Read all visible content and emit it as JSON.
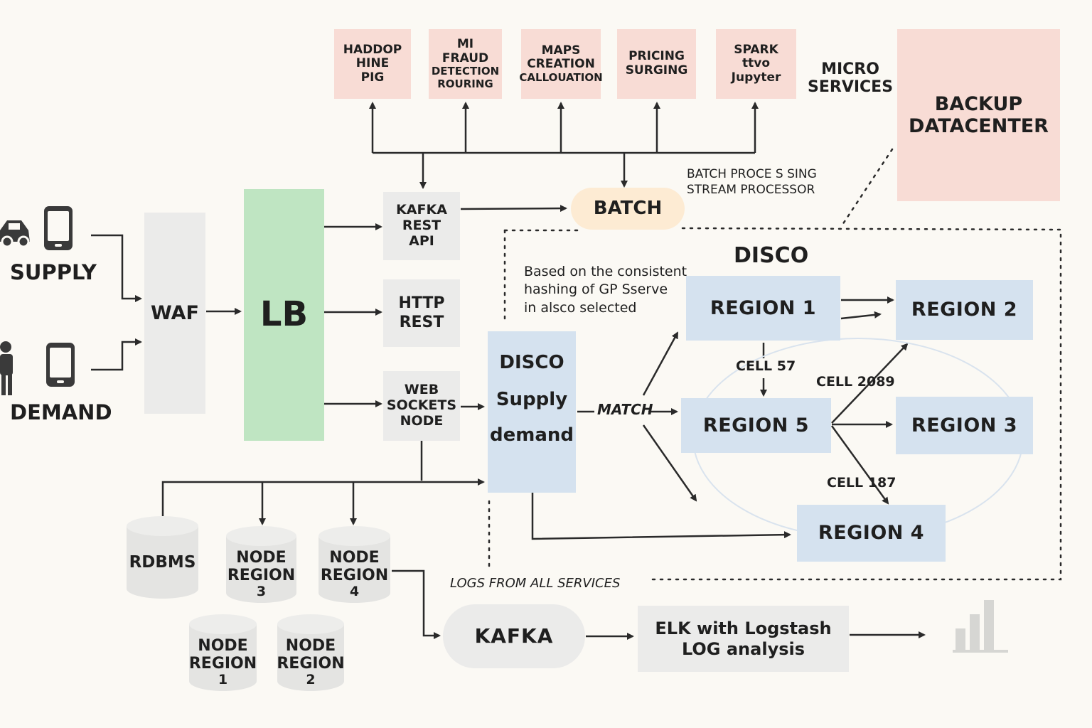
{
  "microservices": {
    "label_line1": "MICRO",
    "label_line2": "SERVICES",
    "hadoop": [
      "HADDOP",
      "HINE",
      "PIG"
    ],
    "ml_fraud": [
      "MI",
      "FRAUD",
      "DETECTION",
      "ROURING"
    ],
    "maps": [
      "MAPS",
      "CREATION",
      "CALLOUATION"
    ],
    "pricing": [
      "PRICING",
      "SURGING"
    ],
    "spark": [
      "SPARK",
      "ttvo",
      "Jupyter"
    ]
  },
  "backup": {
    "line1": "BACKUP",
    "line2": "DATACENTER"
  },
  "batch": {
    "label": "BATCH",
    "caption_line1": "BATCH PROCE S SING",
    "caption_line2": "STREAM PROCESSOR"
  },
  "clients": {
    "supply": "SUPPLY",
    "demand": "DEMAND"
  },
  "waf": "WAF",
  "lb": "LB",
  "gateways": {
    "kafka_rest": [
      "KAFKA",
      "REST",
      "API"
    ],
    "http_rest": [
      "HTTP",
      "REST"
    ],
    "web_sockets": [
      "WEB",
      "SOCKETS",
      "NODE"
    ]
  },
  "disco": {
    "title": "DISCO",
    "note_line1": "Based on the consistent",
    "note_line2": "hashing of GP Sserve",
    "note_line3": "in alsco selected",
    "service_title": "DISCO",
    "service_line1": "Supply",
    "service_line2": "demand",
    "match_label": "MATCH"
  },
  "regions": {
    "r1": "REGION 1",
    "r2": "REGION 2",
    "r3": "REGION 3",
    "r4": "REGION 4",
    "r5": "REGION 5",
    "cell57": "CELL 57",
    "cell2089": "CELL 2089",
    "cell187": "CELL 187"
  },
  "storage": {
    "rdbms": "RDBMS",
    "node3": [
      "NODE",
      "REGION",
      "3"
    ],
    "node4": [
      "NODE",
      "REGION",
      "4"
    ],
    "node1": [
      "NODE",
      "REGION",
      "1"
    ],
    "node2": [
      "NODE",
      "REGION",
      "2"
    ]
  },
  "logging": {
    "caption": "LOGS FROM ALL SERVICES",
    "kafka": "KAFKA",
    "elk_line1": "ELK with Logstash",
    "elk_line2": "LOG analysis"
  },
  "colors": {
    "microservice": "#f8dcd5",
    "lb": "#bfe5c2",
    "region": "#d5e2ef",
    "batch": "#fdebd3",
    "neutral": "#ebebea"
  },
  "icons": [
    "car-icon",
    "phone-icon",
    "person-icon",
    "bar-chart-icon"
  ]
}
